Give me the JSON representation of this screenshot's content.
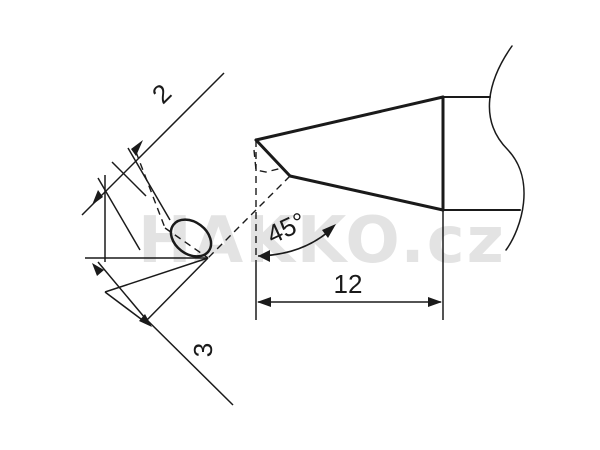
{
  "drawing": {
    "dimensions": {
      "flat_width": "2",
      "flat_height": "3",
      "length": "12",
      "angle": "45°"
    },
    "watermark": {
      "text": "HAKKO.cz",
      "color": "#d9d9d9"
    },
    "colors": {
      "line": "#1a1a1a",
      "background": "#ffffff"
    }
  }
}
